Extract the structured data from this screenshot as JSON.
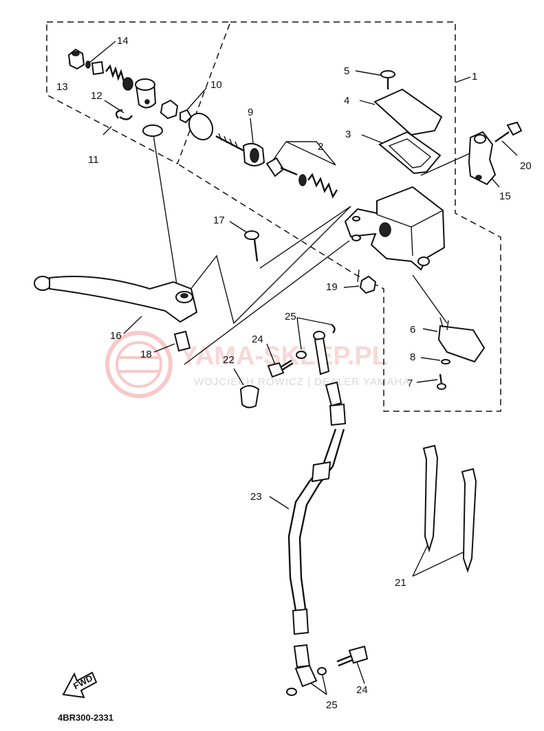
{
  "callouts": [
    {
      "id": "1",
      "text": "1"
    },
    {
      "id": "2",
      "text": "2"
    },
    {
      "id": "3",
      "text": "3"
    },
    {
      "id": "4",
      "text": "4"
    },
    {
      "id": "5",
      "text": "5"
    },
    {
      "id": "6",
      "text": "6"
    },
    {
      "id": "7",
      "text": "7"
    },
    {
      "id": "8",
      "text": "8"
    },
    {
      "id": "9",
      "text": "9"
    },
    {
      "id": "10",
      "text": "10"
    },
    {
      "id": "11",
      "text": "11"
    },
    {
      "id": "12",
      "text": "12"
    },
    {
      "id": "13",
      "text": "13"
    },
    {
      "id": "14",
      "text": "14"
    },
    {
      "id": "15",
      "text": "15"
    },
    {
      "id": "16",
      "text": "16"
    },
    {
      "id": "17",
      "text": "17"
    },
    {
      "id": "18",
      "text": "18"
    },
    {
      "id": "19",
      "text": "19"
    },
    {
      "id": "20",
      "text": "20"
    },
    {
      "id": "21",
      "text": "21"
    },
    {
      "id": "22",
      "text": "22"
    },
    {
      "id": "23",
      "text": "23"
    },
    {
      "id": "24a",
      "text": "24"
    },
    {
      "id": "24b",
      "text": "24"
    },
    {
      "id": "25a",
      "text": "25"
    },
    {
      "id": "25b",
      "text": "25"
    }
  ],
  "fwd_arrow": {
    "text": "FWD"
  },
  "diagram_code": "4BR300-2331",
  "watermark": {
    "title": "YAMA-SKLEP.PL",
    "subtitle": "WOJCIECH ROWICZ | DEALER YAMAHA",
    "color": "#e06060"
  }
}
